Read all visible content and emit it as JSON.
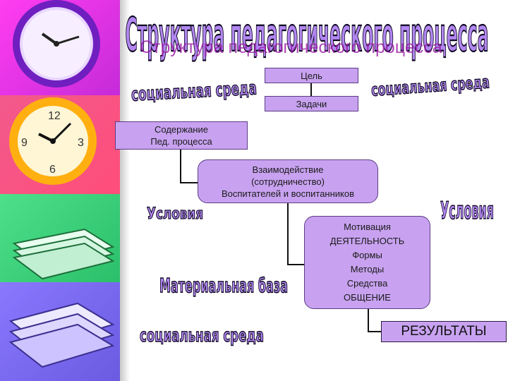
{
  "title": "Структура педагогического процесса",
  "boxes": {
    "goal": "Цель",
    "tasks": "Задачи",
    "content": [
      "Содержание",
      "Пед. процесса"
    ],
    "interaction": [
      "Взаимодействие",
      "(сотрудничество)",
      "Воспитателей и воспитанников"
    ],
    "activity": [
      "Мотивация",
      "ДЕЯТЕЛЬНОСТЬ",
      "Формы",
      "Методы",
      "Средства",
      "ОБЩЕНИЕ"
    ],
    "results": "РЕЗУЛЬТАТЫ"
  },
  "labels": {
    "social_env_top_left": "социальная среда",
    "social_env_top_right": "социальная среда",
    "conditions_left": "Условия",
    "conditions_right": "Условия",
    "material_base": "Материальная база",
    "social_env_bottom": "социальная среда"
  },
  "colors": {
    "box_fill": "#c8a2f0",
    "title_fill": "#b186f0"
  }
}
